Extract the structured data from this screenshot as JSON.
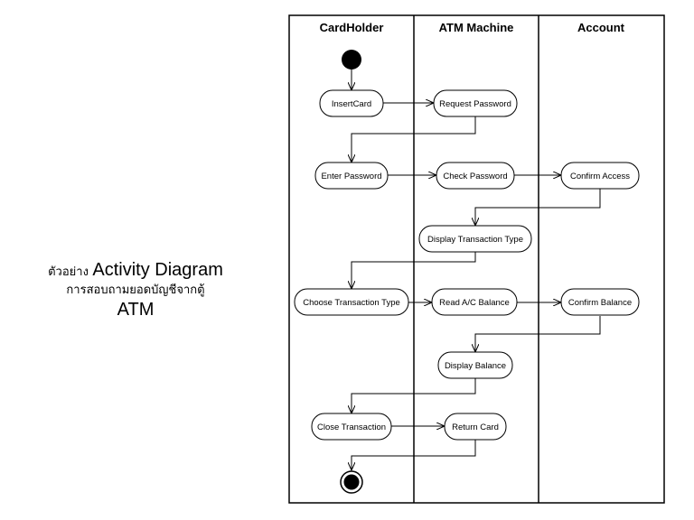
{
  "caption": {
    "prefix": "ตัวอย่าง",
    "title": "Activity Diagram",
    "subtitle": "การสอบถามยอดบัญชีจากตู้",
    "system": "ATM"
  },
  "lanes": [
    {
      "title": "CardHolder"
    },
    {
      "title": "ATM Machine"
    },
    {
      "title": "Account"
    }
  ],
  "activities": {
    "insert_card": "InsertCard",
    "request_password": "Request Password",
    "enter_password": "Enter Password",
    "check_password": "Check Password",
    "confirm_access": "Confirm Access",
    "display_transaction_type": "Display Transaction Type",
    "choose_transaction_type": "Choose Transaction Type",
    "read_balance": "Read A/C Balance",
    "confirm_balance": "Confirm Balance",
    "display_balance": "Display Balance",
    "close_transaction": "Close Transaction",
    "return_card": "Return Card"
  }
}
